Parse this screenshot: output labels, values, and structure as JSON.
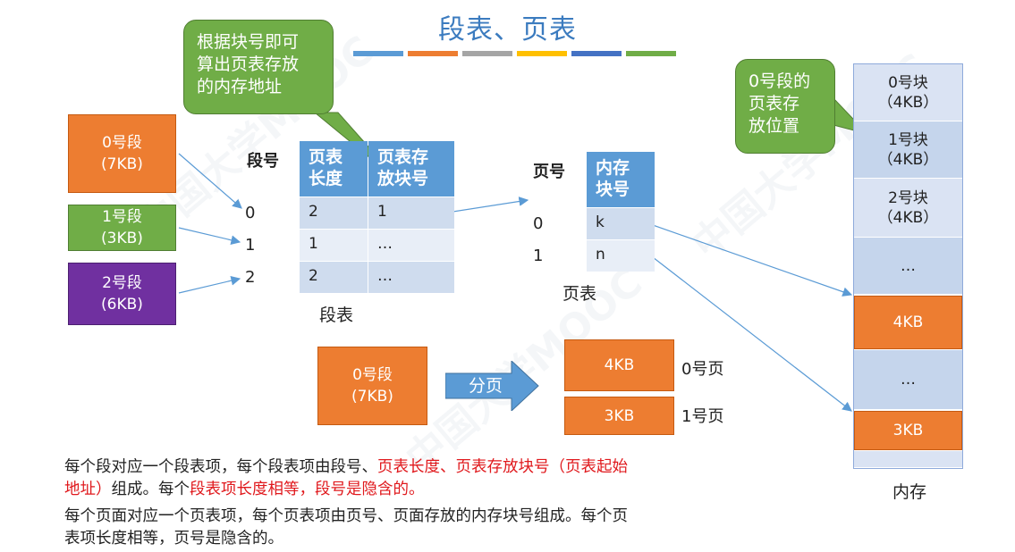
{
  "title": "段表、页表",
  "color_bar": [
    "#5b9bd5",
    "#ed7d31",
    "#a5a5a5",
    "#ffc000",
    "#4472c4",
    "#70ad47"
  ],
  "callout_left": [
    "根据块号即可",
    "算出页表存放",
    "的内存地址"
  ],
  "callout_right": [
    "0号段的",
    "页表存",
    "放位置"
  ],
  "segments": [
    {
      "name": "0号段",
      "size": "(7KB)"
    },
    {
      "name": "1号段",
      "size": "(3KB)"
    },
    {
      "name": "2号段",
      "size": "(6KB)"
    }
  ],
  "segment_table": {
    "index_header": "段号",
    "indices": [
      "0",
      "1",
      "2"
    ],
    "headers": [
      [
        "页表",
        "长度"
      ],
      [
        "页表存",
        "放块号"
      ]
    ],
    "rows": [
      [
        "2",
        "1"
      ],
      [
        "1",
        "…"
      ],
      [
        "2",
        "…"
      ]
    ],
    "caption": "段表"
  },
  "page_table": {
    "index_header": "页号",
    "indices": [
      "0",
      "1"
    ],
    "header": [
      "内存",
      "块号"
    ],
    "rows": [
      "k",
      "n"
    ],
    "caption": "页表"
  },
  "paging": {
    "segment": {
      "name": "0号段",
      "size": "(7KB)"
    },
    "arrow_label": "分页",
    "pages": [
      {
        "size": "4KB",
        "label": "0号页"
      },
      {
        "size": "3KB",
        "label": "1号页"
      }
    ]
  },
  "memory": {
    "blocks": [
      {
        "line1": "0号块",
        "line2": "（4KB）"
      },
      {
        "line1": "1号块",
        "line2": "（4KB）"
      },
      {
        "line1": "2号块",
        "line2": "（4KB）"
      },
      {
        "line1": "…"
      },
      {
        "line1": "4KB"
      },
      {
        "line1": "…"
      },
      {
        "line1": "3KB"
      }
    ],
    "caption": "内存"
  },
  "paragraph1": {
    "a": "每个段对应一个段表项，每个段表项由段号、",
    "b": "页表长度、页表存放块号（页表起始",
    "c": "地址）",
    "d": "组成。每个",
    "e": "段表项长度相等，段号是隐含的。"
  },
  "paragraph2": {
    "line1": "每个页面对应一个页表项，每个页表项由页号、页面存放的内存块号组成。每个页",
    "line2": "表项长度相等，页号是隐含的。"
  },
  "watermark": "中国大学MOOC"
}
